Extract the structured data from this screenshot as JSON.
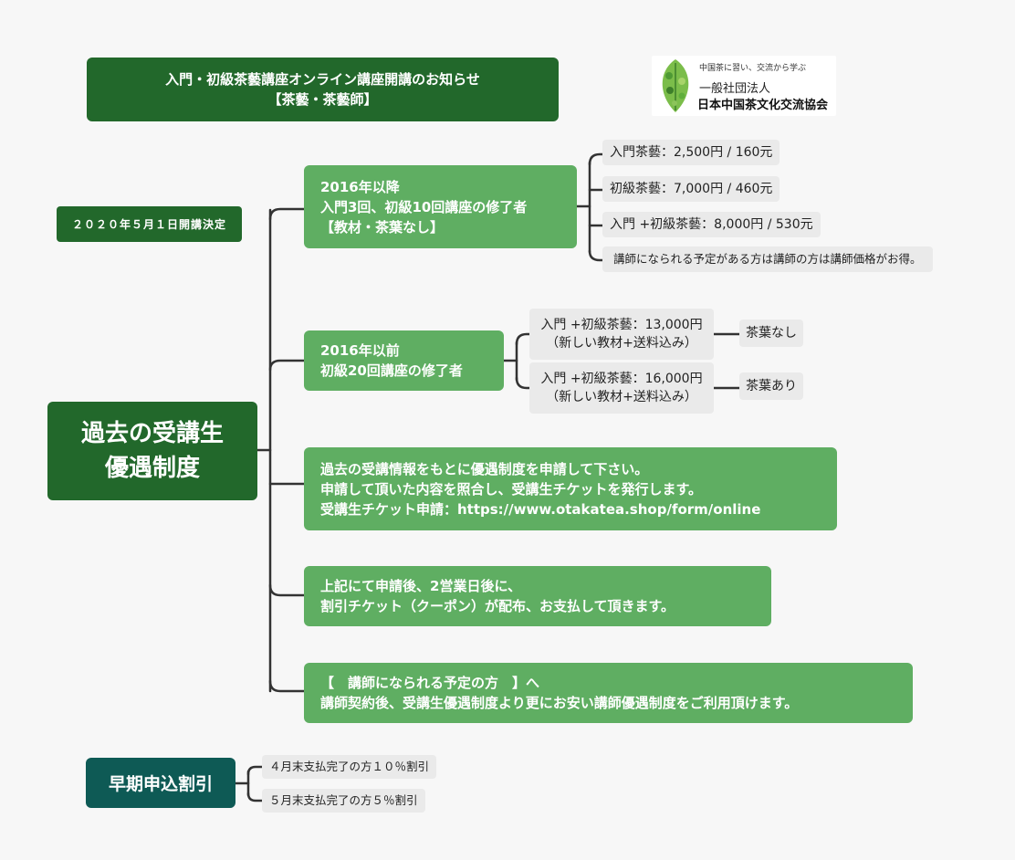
{
  "header": {
    "title_line1": "入門・初級茶藝講座オンライン講座開講のお知らせ",
    "title_line2": "【茶藝・茶藝師】"
  },
  "logo": {
    "tagline": "中国茶に習い、交流から学ぶ",
    "org_type": "一般社団法人",
    "org_name": "日本中国茶文化交流協会"
  },
  "date_badge": "２０２０年５月１日開講決定",
  "central_node": {
    "line1": "過去の受講生",
    "line2": "優遇制度"
  },
  "branches": {
    "after_2016": {
      "line1": "2016年以降",
      "line2": "入門3回、初級10回講座の修了者",
      "line3": "【教材・茶葉なし】",
      "prices": [
        "入門茶藝：2,500円 / 160元",
        "初級茶藝：7,000円 / 460元",
        "入門 +初級茶藝：8,000円 / 530元",
        "講師になられる予定がある方は講師の方は講師価格がお得。"
      ]
    },
    "before_2016": {
      "line1": "2016年以前",
      "line2": "初級20回講座の修了者",
      "options": [
        {
          "line1": "入門 +初級茶藝：13,000円",
          "line2": "（新しい教材+送料込み）",
          "tag": "茶葉なし"
        },
        {
          "line1": "入門 +初級茶藝：16,000円",
          "line2": "（新しい教材+送料込み）",
          "tag": "茶葉あり"
        }
      ]
    },
    "apply": {
      "line1": "過去の受講情報をもとに優遇制度を申請して下さい。",
      "line2": "申請して頂いた内容を照合し、受講生チケットを発行します。",
      "line3": "受講生チケット申請：https://www.otakatea.shop/form/online"
    },
    "coupon": {
      "line1": "上記にて申請後、2営業日後に、",
      "line2": "割引チケット（クーポン）が配布、お支払して頂きます。"
    },
    "instructor": {
      "line1": "【　講師になられる予定の方　】へ",
      "line2": "講師契約後、受講生優遇制度より更にお安い講師優遇制度をご利用頂けます。"
    }
  },
  "early_discount": {
    "title": "早期申込割引",
    "items": [
      "４月末支払完了の方１０％割引",
      "５月末支払完了の方５％割引"
    ]
  },
  "colors": {
    "dark_green": "#22682b",
    "mid_green": "#5fae62",
    "teal": "#0e5a55",
    "leaf_grey": "#eaeaea"
  }
}
